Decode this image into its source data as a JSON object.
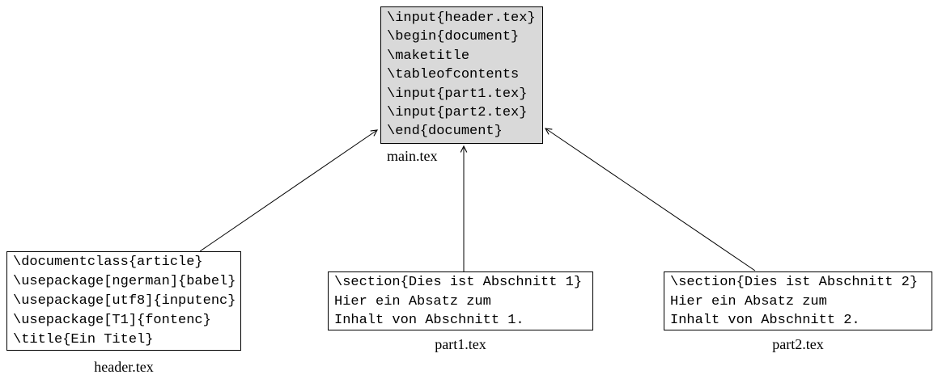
{
  "diagram": {
    "colors": {
      "background": "#ffffff",
      "main_box_fill": "#d9d9d9",
      "box_border": "#000000",
      "edge_line": "#000000"
    },
    "nodes": {
      "main": {
        "label": "main.tex",
        "lines": [
          "\\input{header.tex}",
          "\\begin{document}",
          "\\maketitle",
          "\\tableofcontents",
          "\\input{part1.tex}",
          "\\input{part2.tex}",
          "\\end{document}"
        ]
      },
      "header": {
        "label": "header.tex",
        "lines": [
          "\\documentclass{article}",
          "\\usepackage[ngerman]{babel}",
          "\\usepackage[utf8]{inputenc}",
          "\\usepackage[T1]{fontenc}",
          "\\title{Ein Titel}"
        ]
      },
      "part1": {
        "label": "part1.tex",
        "lines": [
          "\\section{Dies ist Abschnitt 1}",
          "Hier ein Absatz zum",
          "Inhalt von Abschnitt 1."
        ]
      },
      "part2": {
        "label": "part2.tex",
        "lines": [
          "\\section{Dies ist Abschnitt 2}",
          "Hier ein Absatz zum",
          "Inhalt von Abschnitt 2."
        ]
      }
    },
    "edges": [
      {
        "from": "header.tex",
        "to": "main.tex"
      },
      {
        "from": "part1.tex",
        "to": "main.tex"
      },
      {
        "from": "part2.tex",
        "to": "main.tex"
      }
    ]
  }
}
